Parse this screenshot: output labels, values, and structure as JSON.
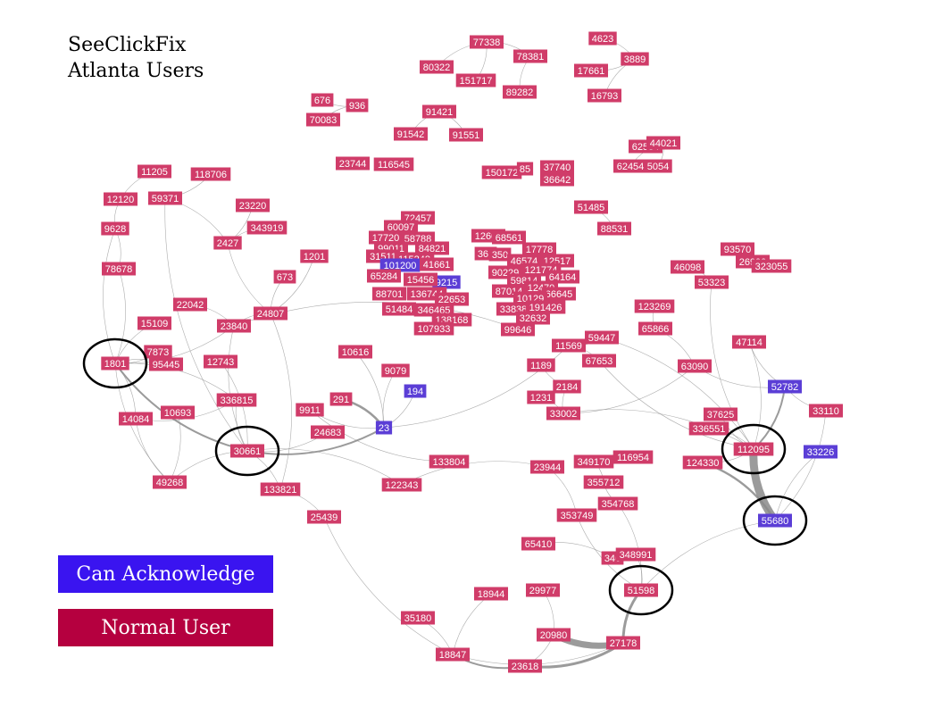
{
  "title": {
    "line1": "SeeClickFix",
    "line2": "Atlanta Users"
  },
  "legend": {
    "can_acknowledge": {
      "label": "Can Acknowledge",
      "color": "#3a14f0"
    },
    "normal_user": {
      "label": "Normal User",
      "color": "#b5003f"
    }
  },
  "colors": {
    "node_normal": "#d03c69",
    "node_ack": "#5b3ed6",
    "edge": "#8a8a8a",
    "highlight_ring": "#000000"
  },
  "highlighted_nodes": [
    "1801",
    "30661",
    "112095",
    "55680",
    "51598"
  ],
  "nodes": [
    {
      "id": "77338",
      "type": "normal"
    },
    {
      "id": "78381",
      "type": "normal"
    },
    {
      "id": "80322",
      "type": "normal"
    },
    {
      "id": "151717",
      "type": "normal"
    },
    {
      "id": "89282",
      "type": "normal"
    },
    {
      "id": "4623",
      "type": "normal"
    },
    {
      "id": "3889",
      "type": "normal"
    },
    {
      "id": "17661",
      "type": "normal"
    },
    {
      "id": "16793",
      "type": "normal"
    },
    {
      "id": "676",
      "type": "normal"
    },
    {
      "id": "936",
      "type": "normal"
    },
    {
      "id": "70083",
      "type": "normal"
    },
    {
      "id": "91421",
      "type": "normal"
    },
    {
      "id": "91542",
      "type": "normal"
    },
    {
      "id": "91551",
      "type": "normal"
    },
    {
      "id": "62584",
      "type": "normal"
    },
    {
      "id": "44021",
      "type": "normal"
    },
    {
      "id": "62454",
      "type": "normal"
    },
    {
      "id": "5054",
      "type": "normal"
    },
    {
      "id": "23744",
      "type": "normal"
    },
    {
      "id": "116545",
      "type": "normal"
    },
    {
      "id": "150172",
      "type": "normal"
    },
    {
      "id": "85",
      "type": "normal"
    },
    {
      "id": "37740",
      "type": "normal"
    },
    {
      "id": "36642",
      "type": "normal"
    },
    {
      "id": "51485",
      "type": "normal"
    },
    {
      "id": "88531",
      "type": "normal"
    },
    {
      "id": "11205",
      "type": "normal"
    },
    {
      "id": "118706",
      "type": "normal"
    },
    {
      "id": "12120",
      "type": "normal"
    },
    {
      "id": "59371",
      "type": "normal"
    },
    {
      "id": "23220",
      "type": "normal"
    },
    {
      "id": "9628",
      "type": "normal"
    },
    {
      "id": "343919",
      "type": "normal"
    },
    {
      "id": "2427",
      "type": "normal"
    },
    {
      "id": "78678",
      "type": "normal"
    },
    {
      "id": "1201",
      "type": "normal"
    },
    {
      "id": "673",
      "type": "normal"
    },
    {
      "id": "22042",
      "type": "normal"
    },
    {
      "id": "24807",
      "type": "normal"
    },
    {
      "id": "15109",
      "type": "normal"
    },
    {
      "id": "23840",
      "type": "normal"
    },
    {
      "id": "7873",
      "type": "normal"
    },
    {
      "id": "1801",
      "type": "normal"
    },
    {
      "id": "95445",
      "type": "normal"
    },
    {
      "id": "12743",
      "type": "normal"
    },
    {
      "id": "10616",
      "type": "normal"
    },
    {
      "id": "9079",
      "type": "normal"
    },
    {
      "id": "194",
      "type": "ack"
    },
    {
      "id": "336815",
      "type": "normal"
    },
    {
      "id": "291",
      "type": "normal"
    },
    {
      "id": "9911",
      "type": "normal"
    },
    {
      "id": "14084",
      "type": "normal"
    },
    {
      "id": "10693",
      "type": "normal"
    },
    {
      "id": "23",
      "type": "ack"
    },
    {
      "id": "24683",
      "type": "normal"
    },
    {
      "id": "30661",
      "type": "normal"
    },
    {
      "id": "49268",
      "type": "normal"
    },
    {
      "id": "133821",
      "type": "normal"
    },
    {
      "id": "133804",
      "type": "normal"
    },
    {
      "id": "122343",
      "type": "normal"
    },
    {
      "id": "25439",
      "type": "normal"
    },
    {
      "id": "59447",
      "type": "normal"
    },
    {
      "id": "11569",
      "type": "normal"
    },
    {
      "id": "67653",
      "type": "normal"
    },
    {
      "id": "1189",
      "type": "normal"
    },
    {
      "id": "2184",
      "type": "normal"
    },
    {
      "id": "1231",
      "type": "normal"
    },
    {
      "id": "33002",
      "type": "normal"
    },
    {
      "id": "99646",
      "type": "normal"
    },
    {
      "id": "123269",
      "type": "normal"
    },
    {
      "id": "65866",
      "type": "normal"
    },
    {
      "id": "93570",
      "type": "normal"
    },
    {
      "id": "26900",
      "type": "normal"
    },
    {
      "id": "323055",
      "type": "normal"
    },
    {
      "id": "46098",
      "type": "normal"
    },
    {
      "id": "53323",
      "type": "normal"
    },
    {
      "id": "47114",
      "type": "normal"
    },
    {
      "id": "63090",
      "type": "normal"
    },
    {
      "id": "52782",
      "type": "ack"
    },
    {
      "id": "33110",
      "type": "normal"
    },
    {
      "id": "37625",
      "type": "normal"
    },
    {
      "id": "336551",
      "type": "normal"
    },
    {
      "id": "112095",
      "type": "normal"
    },
    {
      "id": "33226",
      "type": "ack"
    },
    {
      "id": "124330",
      "type": "normal"
    },
    {
      "id": "116954",
      "type": "normal"
    },
    {
      "id": "349170",
      "type": "normal"
    },
    {
      "id": "23944",
      "type": "normal"
    },
    {
      "id": "355712",
      "type": "normal"
    },
    {
      "id": "354768",
      "type": "normal"
    },
    {
      "id": "353749",
      "type": "normal"
    },
    {
      "id": "55680",
      "type": "ack"
    },
    {
      "id": "65410",
      "type": "normal"
    },
    {
      "id": "346",
      "type": "normal"
    },
    {
      "id": "348991",
      "type": "normal"
    },
    {
      "id": "18944",
      "type": "normal"
    },
    {
      "id": "29977",
      "type": "normal"
    },
    {
      "id": "51598",
      "type": "normal"
    },
    {
      "id": "35180",
      "type": "normal"
    },
    {
      "id": "20980",
      "type": "normal"
    },
    {
      "id": "27178",
      "type": "normal"
    },
    {
      "id": "18847",
      "type": "normal"
    },
    {
      "id": "23618",
      "type": "normal"
    },
    {
      "id": "72457",
      "type": "normal"
    },
    {
      "id": "60097",
      "type": "normal"
    },
    {
      "id": "17720",
      "type": "normal"
    },
    {
      "id": "58788",
      "type": "normal"
    },
    {
      "id": "99011",
      "type": "normal"
    },
    {
      "id": "84821",
      "type": "normal"
    },
    {
      "id": "31511",
      "type": "normal"
    },
    {
      "id": "115248",
      "type": "normal"
    },
    {
      "id": "101200",
      "type": "ack"
    },
    {
      "id": "41661",
      "type": "normal"
    },
    {
      "id": "65284",
      "type": "normal"
    },
    {
      "id": "9215",
      "type": "ack"
    },
    {
      "id": "88701",
      "type": "normal"
    },
    {
      "id": "136744",
      "type": "normal"
    },
    {
      "id": "22653",
      "type": "normal"
    },
    {
      "id": "51484",
      "type": "normal"
    },
    {
      "id": "346465",
      "type": "normal"
    },
    {
      "id": "138168",
      "type": "normal"
    },
    {
      "id": "107933",
      "type": "normal"
    },
    {
      "id": "15456",
      "type": "normal"
    },
    {
      "id": "12668",
      "type": "normal"
    },
    {
      "id": "68561",
      "type": "normal"
    },
    {
      "id": "17778",
      "type": "normal"
    },
    {
      "id": "361",
      "type": "normal"
    },
    {
      "id": "350",
      "type": "normal"
    },
    {
      "id": "46574",
      "type": "normal"
    },
    {
      "id": "12517",
      "type": "normal"
    },
    {
      "id": "90229",
      "type": "normal"
    },
    {
      "id": "121774",
      "type": "normal"
    },
    {
      "id": "59814",
      "type": "normal"
    },
    {
      "id": "64164",
      "type": "normal"
    },
    {
      "id": "87014",
      "type": "normal"
    },
    {
      "id": "12470",
      "type": "normal"
    },
    {
      "id": "66645",
      "type": "normal"
    },
    {
      "id": "10129",
      "type": "normal"
    },
    {
      "id": "33838",
      "type": "normal"
    },
    {
      "id": "191426",
      "type": "normal"
    },
    {
      "id": "32632",
      "type": "normal"
    }
  ],
  "edges": [
    [
      "77338",
      "78381"
    ],
    [
      "77338",
      "80322"
    ],
    [
      "77338",
      "151717"
    ],
    [
      "78381",
      "89282"
    ],
    [
      "4623",
      "3889"
    ],
    [
      "17661",
      "3889"
    ],
    [
      "16793",
      "3889"
    ],
    [
      "676",
      "936"
    ],
    [
      "70083",
      "936"
    ],
    [
      "91421",
      "91542"
    ],
    [
      "91421",
      "91551"
    ],
    [
      "62584",
      "44021"
    ],
    [
      "62454",
      "44021"
    ],
    [
      "5054",
      "44021"
    ],
    [
      "150172",
      "85"
    ],
    [
      "37740",
      "36642"
    ],
    [
      "51485",
      "88531"
    ],
    [
      "11205",
      "12120"
    ],
    [
      "118706",
      "59371"
    ],
    [
      "12120",
      "9628"
    ],
    [
      "59371",
      "2427"
    ],
    [
      "59371",
      "30661"
    ],
    [
      "23220",
      "2427"
    ],
    [
      "343919",
      "2427"
    ],
    [
      "9628",
      "78678"
    ],
    [
      "9628",
      "1801"
    ],
    [
      "78678",
      "1801"
    ],
    [
      "2427",
      "24807"
    ],
    [
      "1201",
      "24807"
    ],
    [
      "673",
      "24807"
    ],
    [
      "22042",
      "23840"
    ],
    [
      "24807",
      "23840"
    ],
    [
      "24807",
      "133821"
    ],
    [
      "15109",
      "1801"
    ],
    [
      "23840",
      "1801"
    ],
    [
      "23840",
      "30661"
    ],
    [
      "7873",
      "1801"
    ],
    [
      "95445",
      "1801"
    ],
    [
      "12743",
      "30661"
    ],
    [
      "1801",
      "30661"
    ],
    [
      "1801",
      "14084"
    ],
    [
      "1801",
      "49268"
    ],
    [
      "1801",
      "336815"
    ],
    [
      "336815",
      "30661"
    ],
    [
      "10693",
      "49268"
    ],
    [
      "14084",
      "49268"
    ],
    [
      "49268",
      "30661"
    ],
    [
      "30661",
      "23"
    ],
    [
      "30661",
      "133821"
    ],
    [
      "30661",
      "24683"
    ],
    [
      "133821",
      "25439"
    ],
    [
      "25439",
      "18847"
    ],
    [
      "291",
      "23"
    ],
    [
      "9911",
      "23"
    ],
    [
      "10616",
      "23"
    ],
    [
      "9079",
      "23"
    ],
    [
      "194",
      "23"
    ],
    [
      "23",
      "11569"
    ],
    [
      "122343",
      "23944"
    ],
    [
      "122343",
      "30661"
    ],
    [
      "133804",
      "9911"
    ],
    [
      "11569",
      "59447"
    ],
    [
      "11569",
      "67653"
    ],
    [
      "1189",
      "2184"
    ],
    [
      "1231",
      "33002"
    ],
    [
      "2184",
      "33002"
    ],
    [
      "33002",
      "112095"
    ],
    [
      "33002",
      "63090"
    ],
    [
      "23840",
      "99646"
    ],
    [
      "123269",
      "65866"
    ],
    [
      "65866",
      "63090"
    ],
    [
      "63090",
      "52782"
    ],
    [
      "93570",
      "26900"
    ],
    [
      "323055",
      "26900"
    ],
    [
      "46098",
      "53323"
    ],
    [
      "53323",
      "112095"
    ],
    [
      "47114",
      "112095"
    ],
    [
      "47114",
      "52782"
    ],
    [
      "52782",
      "112095"
    ],
    [
      "52782",
      "33110"
    ],
    [
      "33110",
      "55680"
    ],
    [
      "37625",
      "112095"
    ],
    [
      "336551",
      "112095"
    ],
    [
      "112095",
      "55680"
    ],
    [
      "112095",
      "124330"
    ],
    [
      "33226",
      "55680"
    ],
    [
      "124330",
      "55680"
    ],
    [
      "116954",
      "349170"
    ],
    [
      "349170",
      "355712"
    ],
    [
      "355712",
      "354768"
    ],
    [
      "23944",
      "353749"
    ],
    [
      "353749",
      "51598"
    ],
    [
      "354768",
      "51598"
    ],
    [
      "55680",
      "51598"
    ],
    [
      "65410",
      "346"
    ],
    [
      "346",
      "348991"
    ],
    [
      "348991",
      "51598"
    ],
    [
      "18944",
      "18847"
    ],
    [
      "29977",
      "20980"
    ],
    [
      "51598",
      "27178"
    ],
    [
      "35180",
      "18847"
    ],
    [
      "20980",
      "27178"
    ],
    [
      "27178",
      "23618"
    ],
    [
      "18847",
      "23618"
    ],
    [
      "20980",
      "23618"
    ],
    [
      "18847",
      "27178"
    ],
    [
      "59447",
      "112095"
    ],
    [
      "67653",
      "112095"
    ],
    [
      "336815",
      "14084"
    ]
  ]
}
